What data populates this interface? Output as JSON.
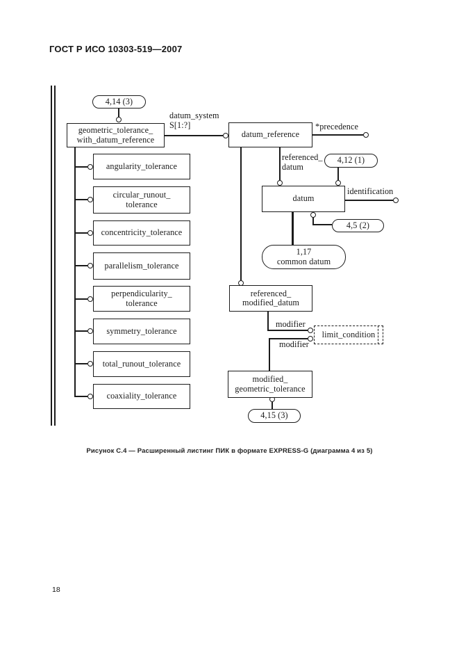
{
  "page": {
    "header": "ГОСТ Р ИСО 10303-519—2007",
    "caption": "Рисунок С.4 — Расширенный листинг ПИК в формате EXPRESS-G (диаграмма 4 из 5)",
    "page_number": "18"
  },
  "colors": {
    "ink": "#1b1b1b",
    "paper": "#ffffff"
  },
  "diagram": {
    "type": "express-g-schema",
    "entities": [
      {
        "id": "geometric_tolerance_with_datum_reference",
        "label": "geometric_tolerance_\nwith_datum_reference"
      },
      {
        "id": "angularity_tolerance",
        "label": "angularity_tolerance"
      },
      {
        "id": "circular_runout_tolerance",
        "label": "circular_runout_\ntolerance"
      },
      {
        "id": "concentricity_tolerance",
        "label": "concentricity_tolerance"
      },
      {
        "id": "parallelism_tolerance",
        "label": "parallelism_tolerance"
      },
      {
        "id": "perpendicularity_tolerance",
        "label": "perpendicularity_\ntolerance"
      },
      {
        "id": "symmetry_tolerance",
        "label": "symmetry_tolerance"
      },
      {
        "id": "total_runout_tolerance",
        "label": "total_runout_tolerance"
      },
      {
        "id": "coaxiality_tolerance",
        "label": "coaxiality_tolerance"
      },
      {
        "id": "datum_reference",
        "label": "datum_reference"
      },
      {
        "id": "datum",
        "label": "datum"
      },
      {
        "id": "referenced_modified_datum",
        "label": "referenced_\nmodified_datum"
      },
      {
        "id": "modified_geometric_tolerance",
        "label": "modified_\ngeometric_tolerance"
      },
      {
        "id": "limit_condition",
        "label": "limit_condition"
      }
    ],
    "page_refs": [
      {
        "id": "ref_4_14_3",
        "label": "4,14 (3)"
      },
      {
        "id": "ref_4_12_1",
        "label": "4,12 (1)"
      },
      {
        "id": "ref_4_5_2",
        "label": "4,5 (2)"
      },
      {
        "id": "ref_1_17_common_datum",
        "label": "1,17\ncommon datum"
      },
      {
        "id": "ref_4_15_3",
        "label": "4,15 (3)"
      }
    ],
    "edge_labels": [
      {
        "id": "datum_system",
        "label": "datum_system\nS[1:?]"
      },
      {
        "id": "precedence",
        "label": "*precedence"
      },
      {
        "id": "referenced_datum",
        "label": "referenced_\ndatum"
      },
      {
        "id": "identification",
        "label": "identification"
      },
      {
        "id": "modifier_upper",
        "label": "modifier"
      },
      {
        "id": "modifier_lower",
        "label": "modifier"
      }
    ]
  }
}
